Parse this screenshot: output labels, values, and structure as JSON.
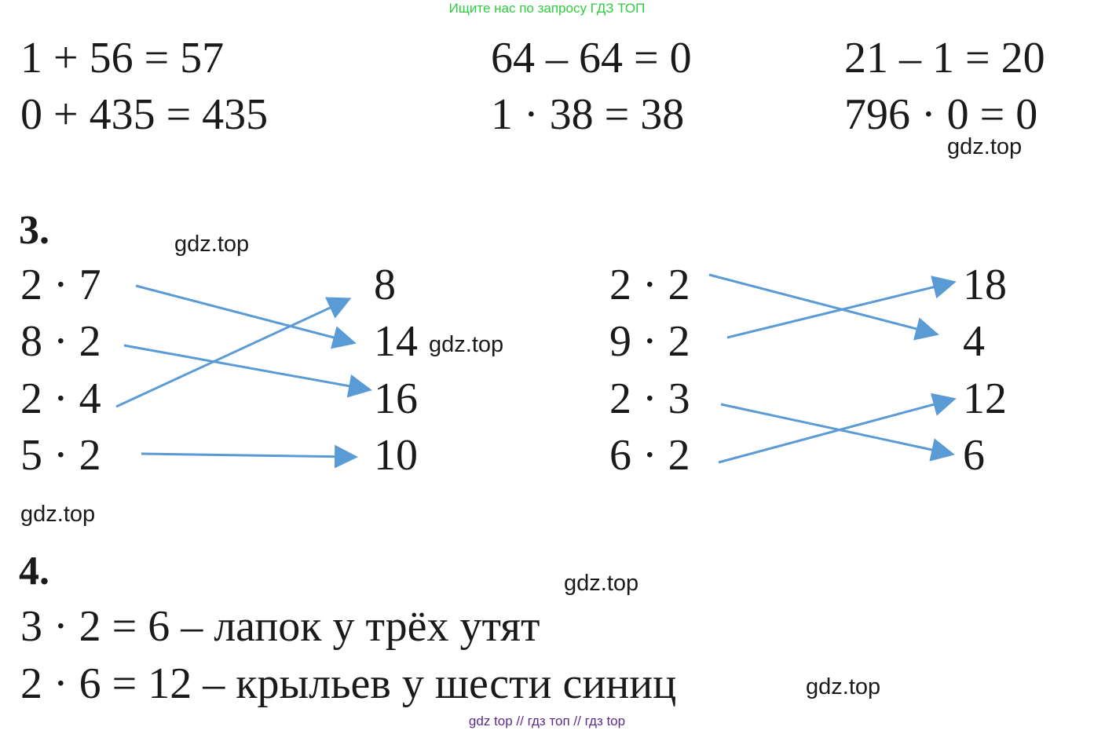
{
  "banner": "Ищите нас по запросу ГДЗ ТОП",
  "equations_top": [
    "1 + 56 = 57",
    "64 – 64 = 0",
    "21 – 1 = 20",
    "0 + 435 = 435",
    "1 · 38 = 38",
    "796 · 0 = 0"
  ],
  "section3": {
    "number": "3.",
    "left_expressions": [
      "2 · 7",
      "8 · 2",
      "2 · 4",
      "5 · 2"
    ],
    "left_results": [
      "8",
      "14",
      "16",
      "10"
    ],
    "right_expressions": [
      "2 · 2",
      "9 · 2",
      "2 · 3",
      "6 · 2"
    ],
    "right_results": [
      "18",
      "4",
      "12",
      "6"
    ],
    "arrow_color": "#5b9bd5"
  },
  "section4": {
    "number": "4.",
    "lines": [
      "3 · 2 = 6 – лапок у трёх утят",
      "2 · 6 = 12 – крыльев у шести синиц"
    ]
  },
  "watermark": "gdz.top",
  "footer": "gdz top  //  гдз топ  //  гдз top",
  "colors": {
    "banner": "#2ecc40",
    "footer": "#5b2c8a",
    "arrows": "#5b9bd5"
  }
}
